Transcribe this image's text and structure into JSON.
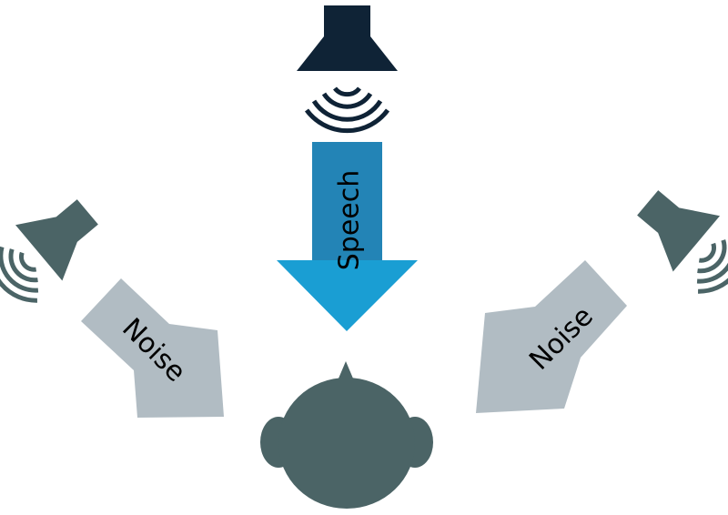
{
  "labels": {
    "speech": "Speech",
    "noise_left": "Noise",
    "noise_right": "Noise"
  },
  "colors": {
    "speech_speaker": "#0f2336",
    "noise_speaker": "#4b6466",
    "speech_arrow": "#2384b6",
    "speech_arrow_head": "#1a9ed3",
    "noise_arrow": "#b1bcc3",
    "head": "#4b6466",
    "text": "#000000",
    "background": "#ffffff"
  },
  "icons": {
    "speech_source": "speaker-icon",
    "noise_source_left": "speaker-icon",
    "noise_source_right": "speaker-icon",
    "listener": "head-icon"
  }
}
